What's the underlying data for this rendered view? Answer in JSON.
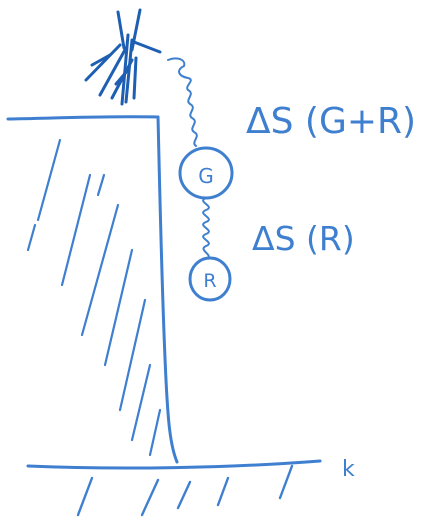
{
  "colors": {
    "ink": "#3f7fd0",
    "ink_dark": "#1e5fb3",
    "background": "#ffffff"
  },
  "labels": {
    "spring_top": "ΔS (G+R)",
    "spring_bottom": "ΔS (R)",
    "mass_upper": "G",
    "mass_lower": "R",
    "ground_mark": "k"
  },
  "icons": {
    "jumper": "person-icon"
  }
}
